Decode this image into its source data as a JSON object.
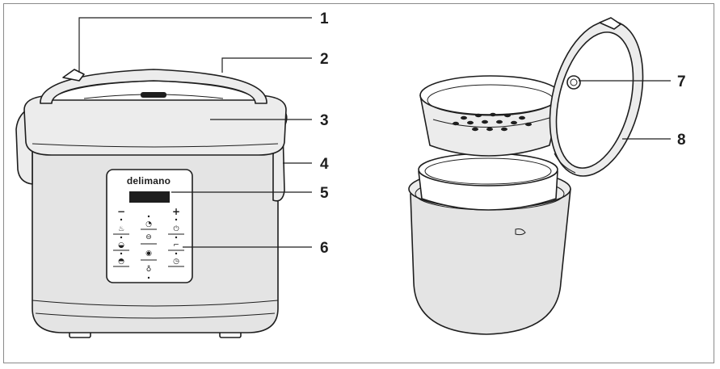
{
  "diagram": {
    "brand_logo_text": "delimano",
    "callouts": [
      {
        "number": "1"
      },
      {
        "number": "2"
      },
      {
        "number": "3"
      },
      {
        "number": "4"
      },
      {
        "number": "5"
      },
      {
        "number": "6"
      },
      {
        "number": "7"
      },
      {
        "number": "8"
      }
    ],
    "control_panel": {
      "minus_label": "−",
      "plus_label": "+"
    }
  }
}
